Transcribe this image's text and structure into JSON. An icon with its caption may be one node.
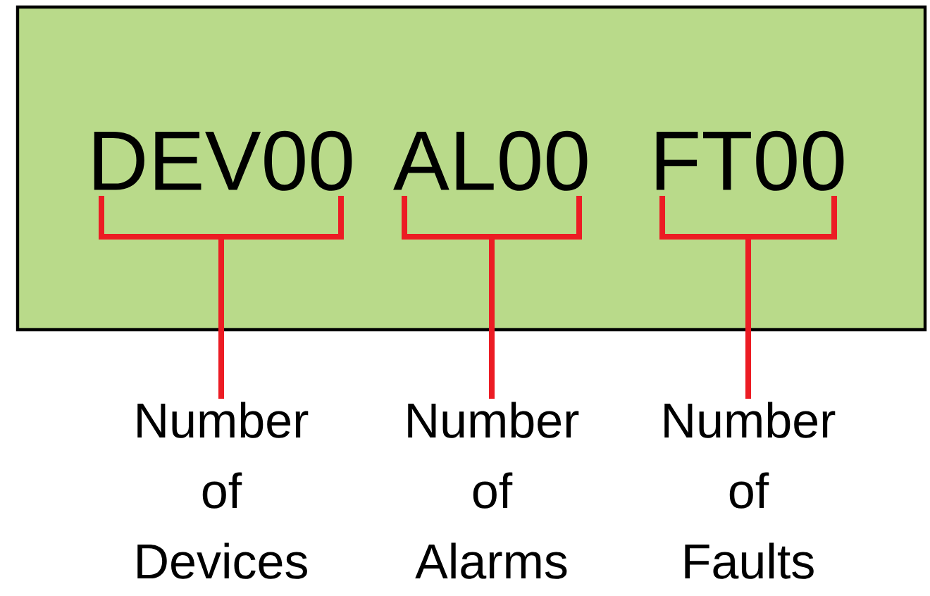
{
  "diagram": {
    "nodes": [
      {
        "text": [],
        "shape": "box"
      },
      {
        "text": [
          "DEV00"
        ],
        "in": 0
      },
      {
        "text": [
          "AL00"
        ],
        "in": 0
      },
      {
        "text": [
          "FT00"
        ],
        "in": 0
      },
      {
        "text": [
          "Number of Devices"
        ]
      },
      {
        "text": [
          "Number of Alarms"
        ]
      },
      {
        "text": [
          "Number of Faults"
        ]
      }
    ],
    "edges": [
      {
        "from": 4,
        "to": 1,
        "arrow": "none"
      },
      {
        "from": 5,
        "to": 2,
        "arrow": "none"
      },
      {
        "from": 6,
        "to": 3,
        "arrow": "none"
      }
    ]
  }
}
